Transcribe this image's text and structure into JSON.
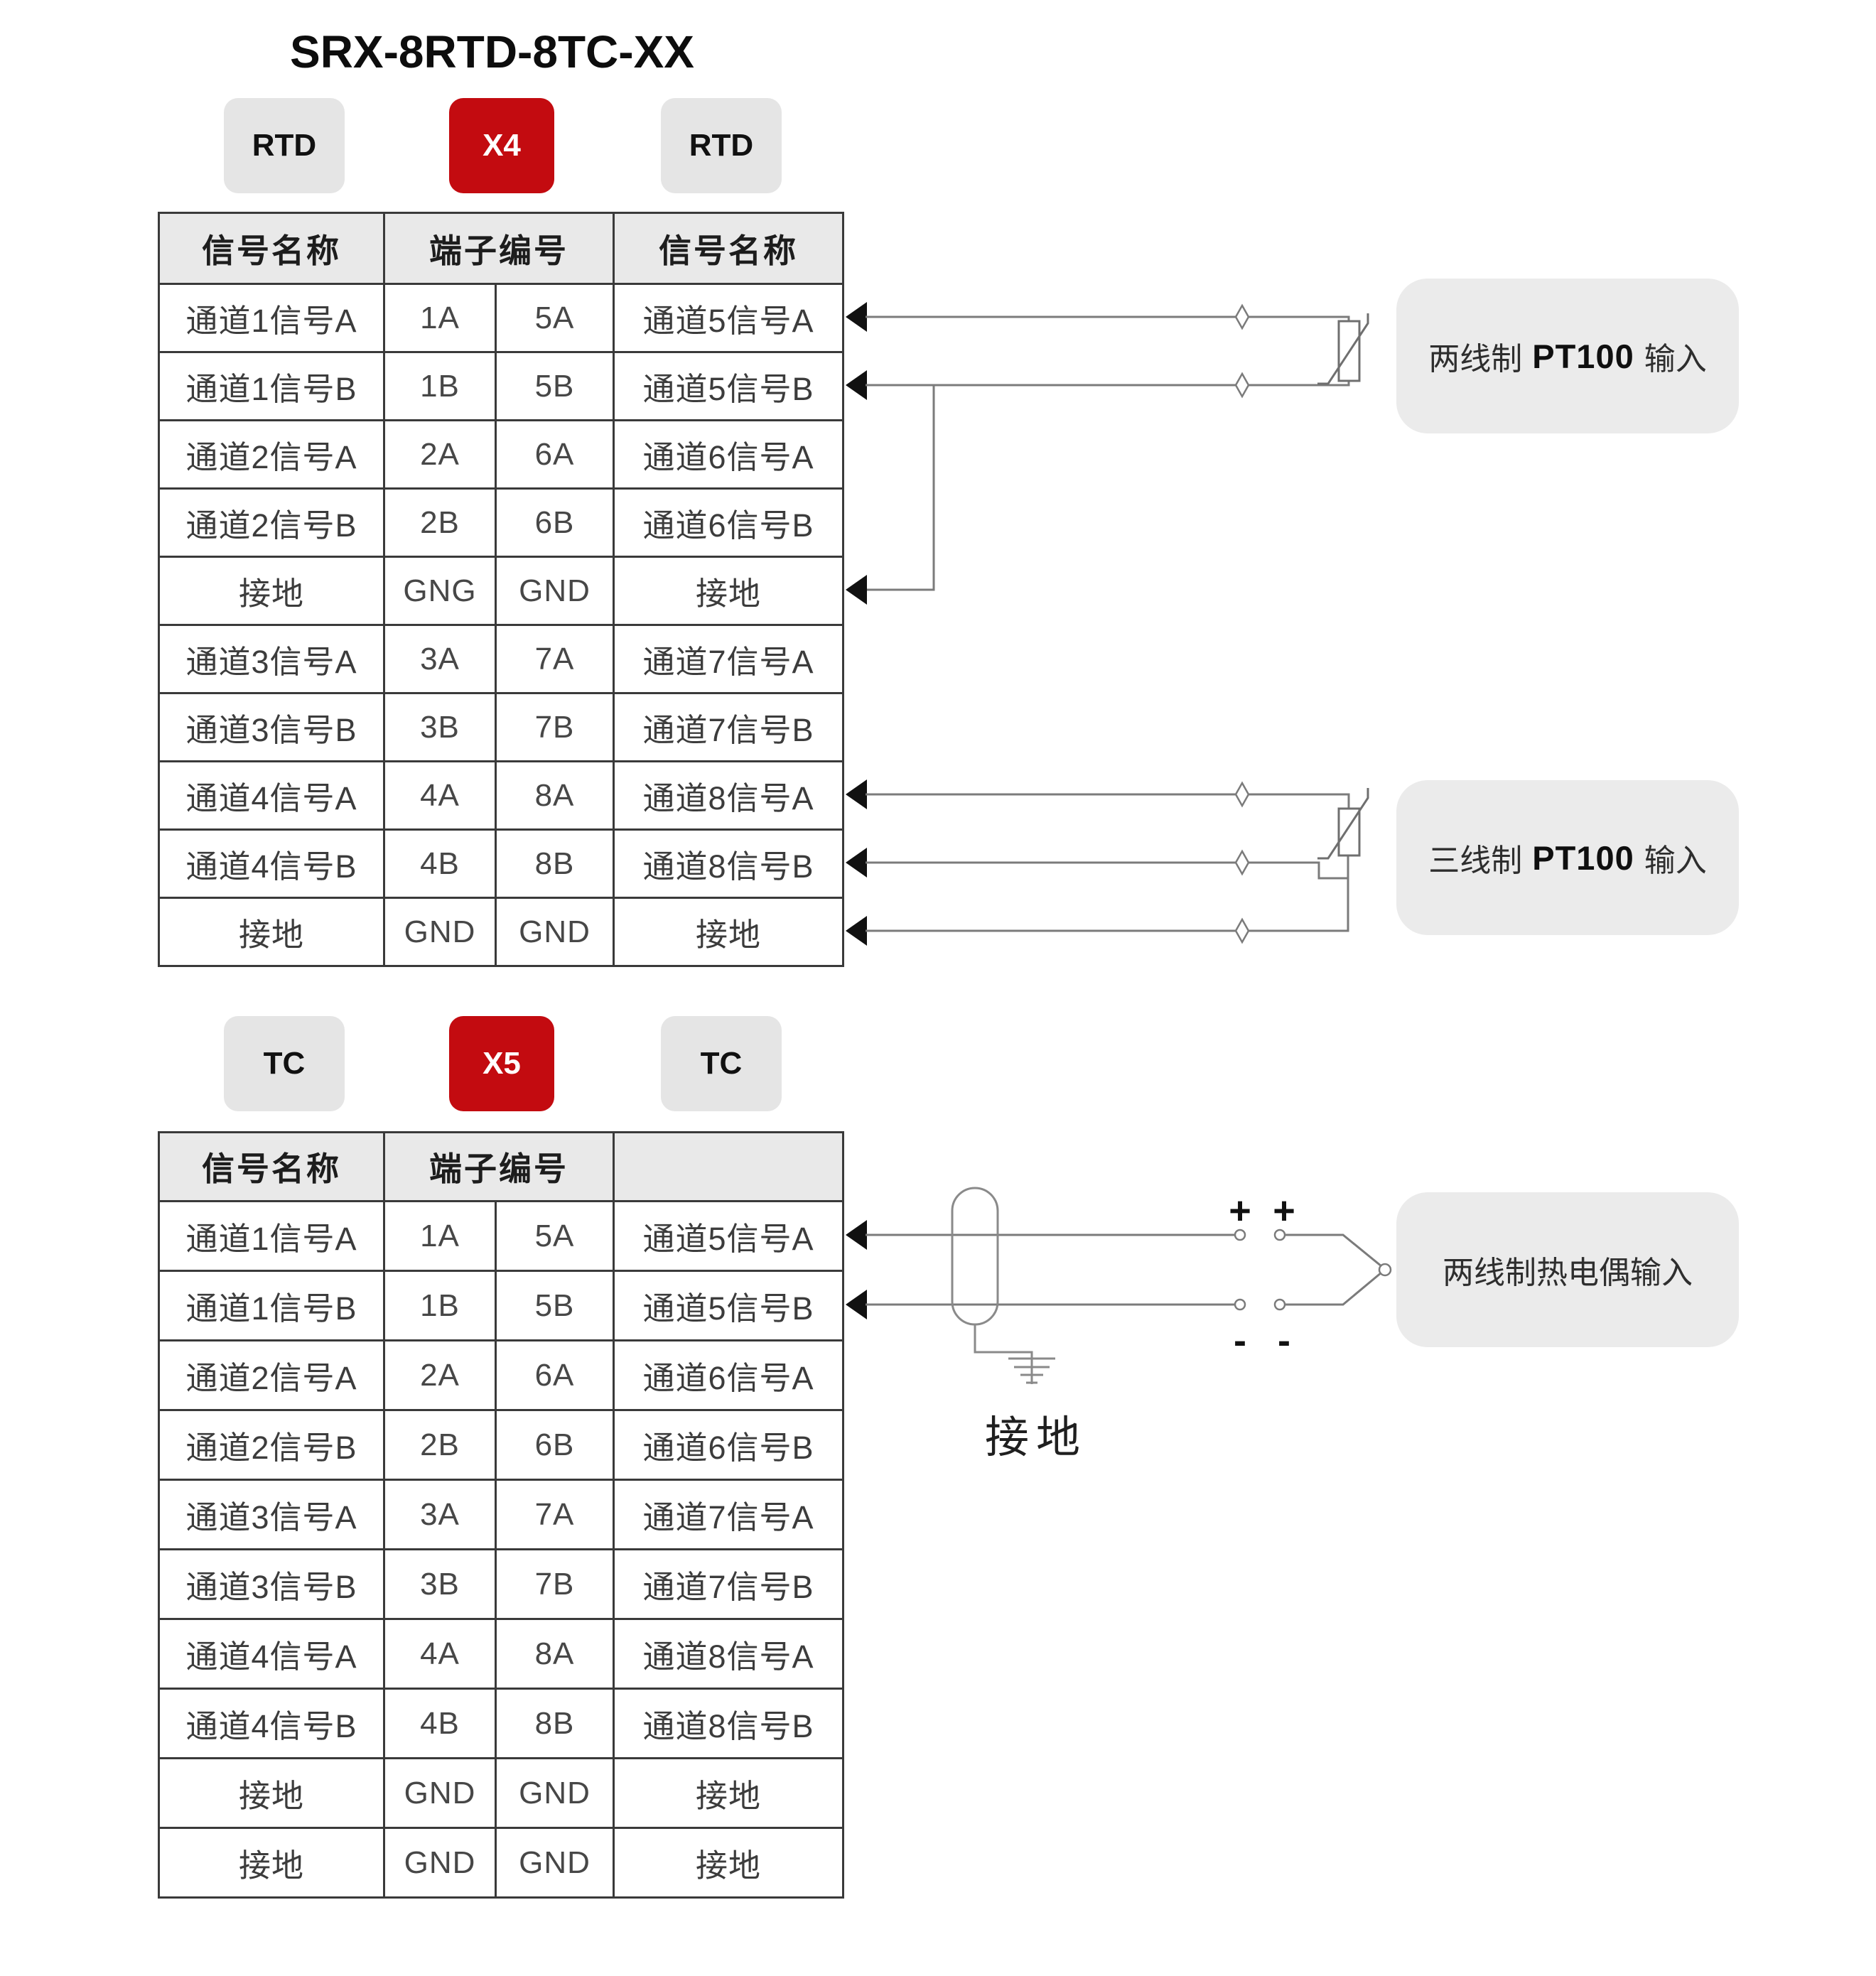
{
  "page": {
    "title": "SRX-8RTD-8TC-XX"
  },
  "colors": {
    "accent_red": "#C30B10",
    "badge_gray": "#E5E5E5",
    "header_gray": "#E9E9E9",
    "label_box_gray": "#EBEBEB",
    "table_border": "#3A3A3A"
  },
  "rtd_section": {
    "left_badge": "RTD",
    "connector_badge": "X4",
    "right_badge": "RTD",
    "table": {
      "header_left": "信号名称",
      "header_mid": "端子编号",
      "header_right": "信号名称",
      "rows": [
        [
          "通道1信号A",
          "1A",
          "5A",
          "通道5信号A"
        ],
        [
          "通道1信号B",
          "1B",
          "5B",
          "通道5信号B"
        ],
        [
          "通道2信号A",
          "2A",
          "6A",
          "通道6信号A"
        ],
        [
          "通道2信号B",
          "2B",
          "6B",
          "通道6信号B"
        ],
        [
          "接地",
          "GNG",
          "GND",
          "接地"
        ],
        [
          "通道3信号A",
          "3A",
          "7A",
          "通道7信号A"
        ],
        [
          "通道3信号B",
          "3B",
          "7B",
          "通道7信号B"
        ],
        [
          "通道4信号A",
          "4A",
          "8A",
          "通道8信号A"
        ],
        [
          "通道4信号B",
          "4B",
          "8B",
          "通道8信号B"
        ],
        [
          "接地",
          "GND",
          "GND",
          "接地"
        ]
      ]
    },
    "pt100_2wire_label": {
      "prefix": "两线制",
      "model": "PT100",
      "suffix": "输入"
    },
    "pt100_3wire_label": {
      "prefix": "三线制",
      "model": "PT100",
      "suffix": "输入"
    }
  },
  "tc_section": {
    "left_badge": "TC",
    "connector_badge": "X5",
    "right_badge": "TC",
    "table": {
      "header_left": "信号名称",
      "header_mid": "端子编号",
      "header_right": "",
      "rows": [
        [
          "通道1信号A",
          "1A",
          "5A",
          "通道5信号A"
        ],
        [
          "通道1信号B",
          "1B",
          "5B",
          "通道5信号B"
        ],
        [
          "通道2信号A",
          "2A",
          "6A",
          "通道6信号A"
        ],
        [
          "通道2信号B",
          "2B",
          "6B",
          "通道6信号B"
        ],
        [
          "通道3信号A",
          "3A",
          "7A",
          "通道7信号A"
        ],
        [
          "通道3信号B",
          "3B",
          "7B",
          "通道7信号B"
        ],
        [
          "通道4信号A",
          "4A",
          "8A",
          "通道8信号A"
        ],
        [
          "通道4信号B",
          "4B",
          "8B",
          "通道8信号B"
        ],
        [
          "接地",
          "GND",
          "GND",
          "接地"
        ],
        [
          "接地",
          "GND",
          "GND",
          "接地"
        ]
      ]
    },
    "tc_label": "两线制热电偶输入",
    "plus_sign": "+",
    "minus_sign": "-",
    "ground_label": "接地"
  }
}
